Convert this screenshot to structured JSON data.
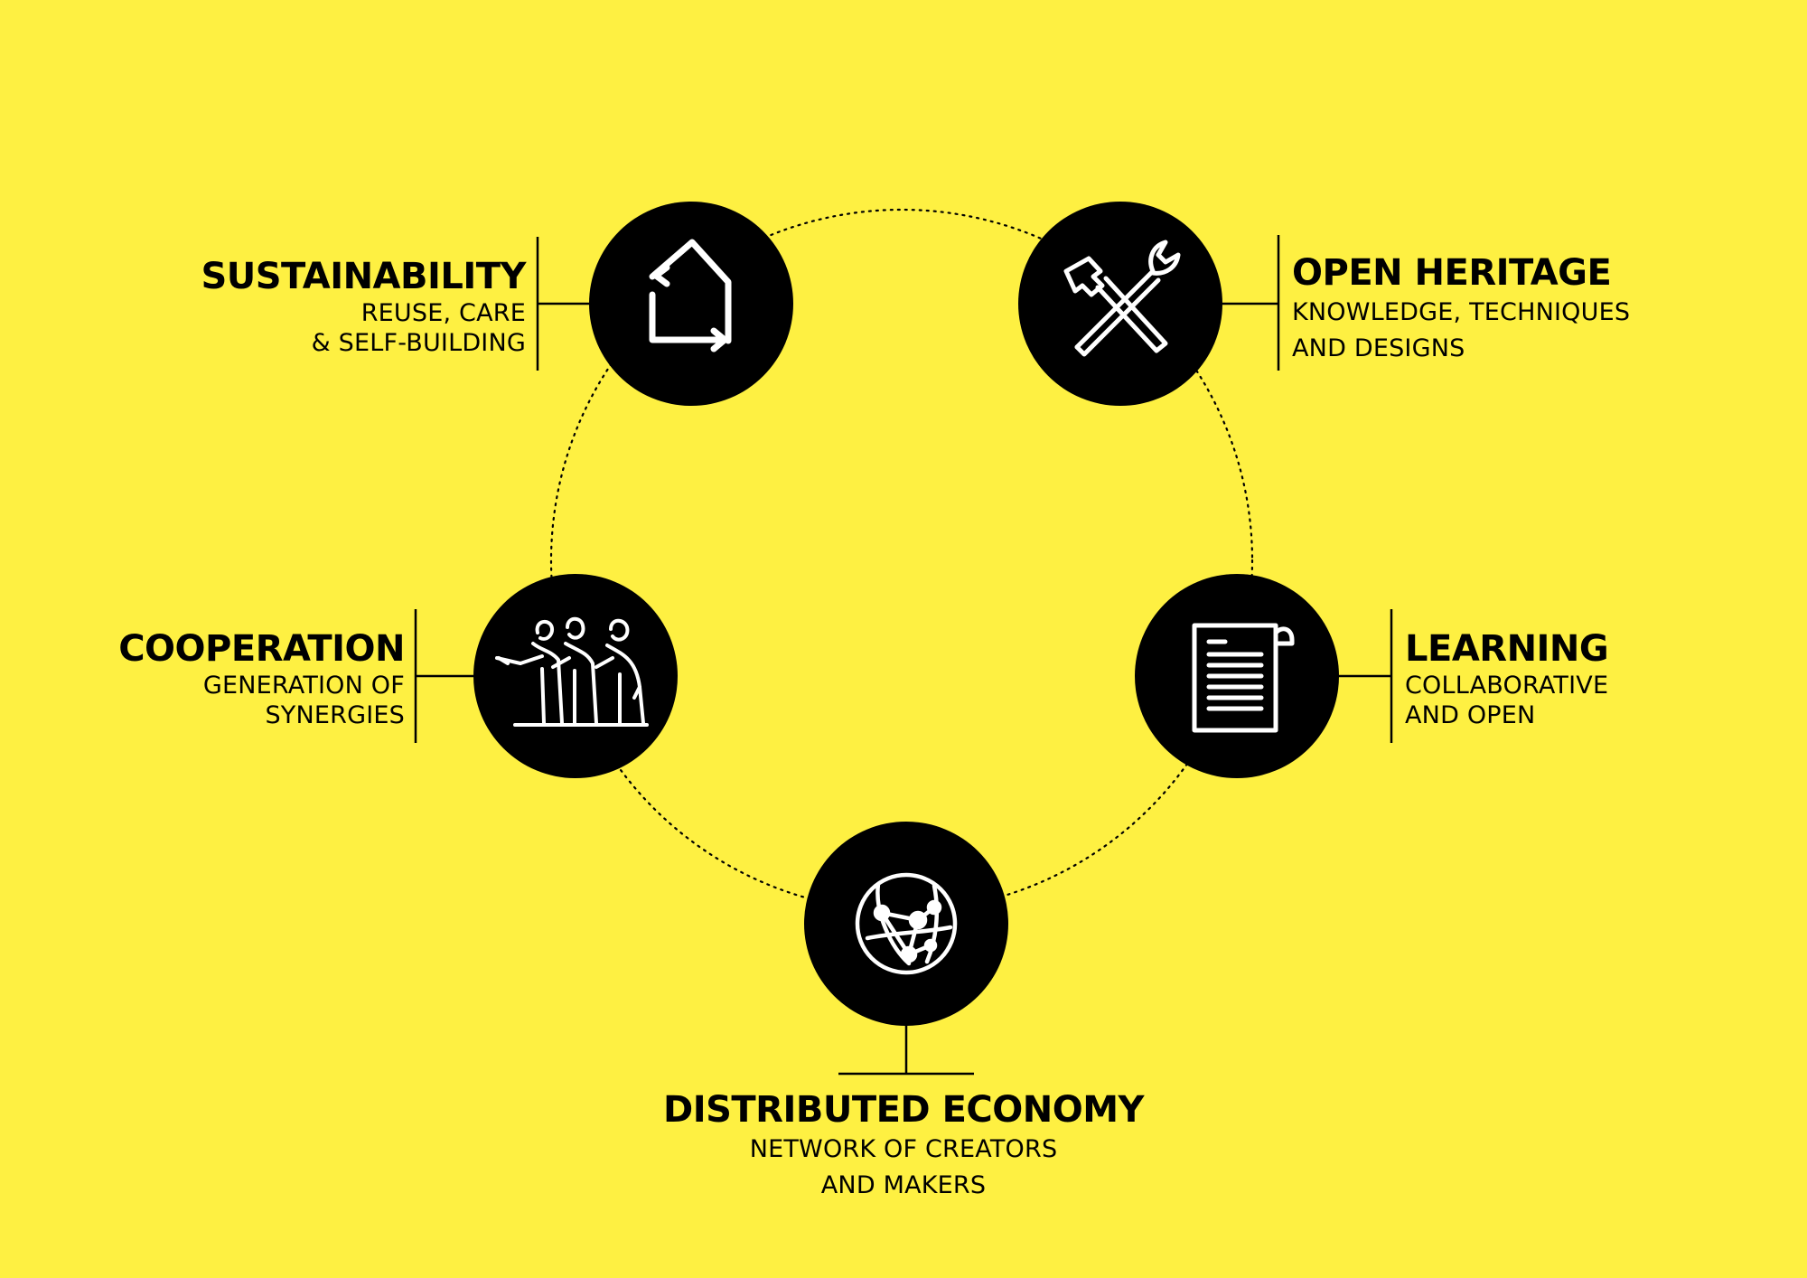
{
  "colors": {
    "background": "#fef042",
    "node": "#000000",
    "icon": "#ffffff"
  },
  "nodes": {
    "sustainability": {
      "title": "SUSTAINABILITY",
      "line1": "REUSE, CARE",
      "line2": "& SELF-BUILDING",
      "icon": "house-recycle-icon"
    },
    "open_heritage": {
      "title": "OPEN HERITAGE",
      "line1": "KNOWLEDGE, TECHNIQUES",
      "line2": "AND DESIGNS",
      "icon": "hammer-wrench-icon"
    },
    "cooperation": {
      "title": "COOPERATION",
      "line1": "GENERATION OF",
      "line2": "SYNERGIES",
      "icon": "people-group-icon"
    },
    "learning": {
      "title": "LEARNING",
      "line1": "COLLABORATIVE",
      "line2": "AND OPEN",
      "icon": "document-scroll-icon"
    },
    "distributed_economy": {
      "title": "DISTRIBUTED ECONOMY",
      "line1": "NETWORK OF CREATORS",
      "line2": "AND MAKERS",
      "icon": "network-globe-icon"
    }
  }
}
